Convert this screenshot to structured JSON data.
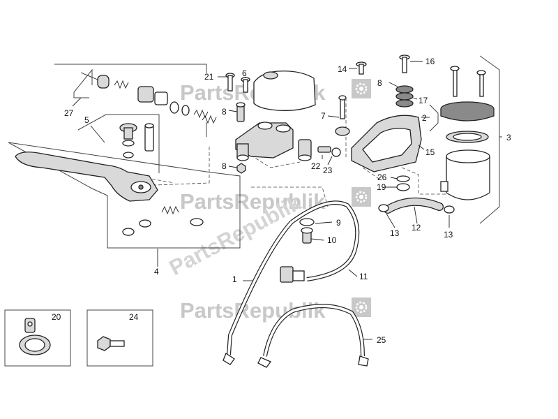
{
  "watermark": {
    "text": "PartsRepublik",
    "color": "#c8c8c8"
  },
  "callouts": {
    "c1": "1",
    "c2": "2",
    "c3": "3",
    "c4": "4",
    "c5": "5",
    "c6": "6",
    "c7": "7",
    "c8a": "8",
    "c8b": "8",
    "c8c": "8",
    "c9": "9",
    "c10": "10",
    "c11": "11",
    "c12": "12",
    "c13a": "13",
    "c13b": "13",
    "c14": "14",
    "c15": "15",
    "c16": "16",
    "c17": "17",
    "c19": "19",
    "c20": "20",
    "c21": "21",
    "c22": "22",
    "c23": "23",
    "c24": "24",
    "c25": "25",
    "c26": "26",
    "c27": "27"
  },
  "icons": {
    "watermark_logo": "gear-icon"
  }
}
